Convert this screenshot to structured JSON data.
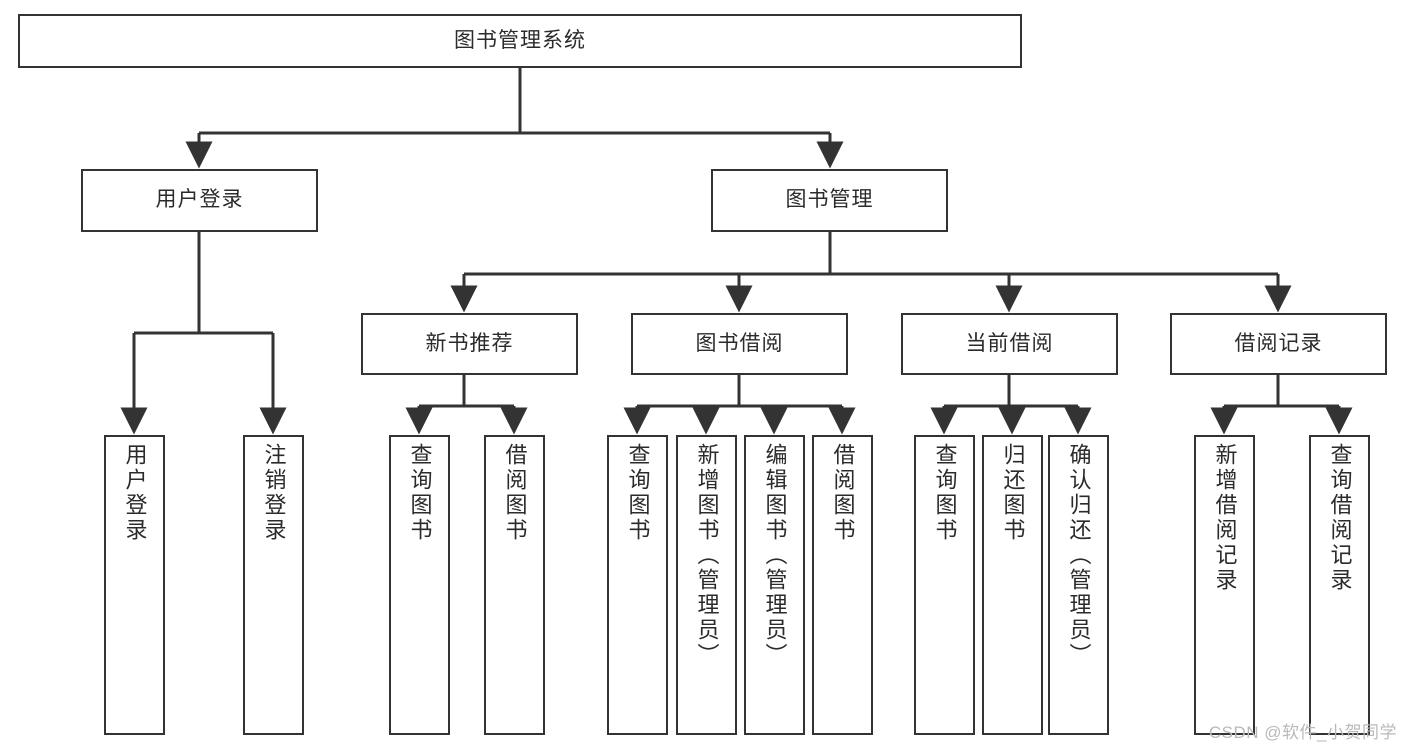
{
  "diagram": {
    "type": "tree",
    "title": "图书管理系统",
    "colors": {
      "node_border": "#333333",
      "node_fill": "#ffffff",
      "edge": "#333333",
      "text": "#2b2b2b",
      "watermark": "#b9b9b9",
      "background": "#ffffff"
    },
    "levels": {
      "root": "图书管理系统",
      "level2": [
        "用户登录",
        "图书管理"
      ],
      "level3": [
        "新书推荐",
        "图书借阅",
        "当前借阅",
        "借阅记录"
      ]
    },
    "nodes": {
      "root": "图书管理系统",
      "user_login": "用户登录",
      "book_manage": "图书管理",
      "new_book_rec": "新书推荐",
      "book_borrow": "图书借阅",
      "current_borrow": "当前借阅",
      "borrow_record": "借阅记录",
      "leaf_user_login": "用户登录",
      "leaf_logout": "注销登录",
      "leaf_query_book_1": "查询图书",
      "leaf_borrow_book_1": "借阅图书",
      "leaf_query_book_2": "查询图书",
      "leaf_add_book_admin": "新增图书（管理员）",
      "leaf_edit_book_admin": "编辑图书（管理员）",
      "leaf_borrow_book_2": "借阅图书",
      "leaf_query_book_3": "查询图书",
      "leaf_return_book": "归还图书",
      "leaf_confirm_return_admin": "确认归还（管理员）",
      "leaf_add_borrow_record": "新增借阅记录",
      "leaf_query_borrow_record": "查询借阅记录"
    },
    "edges": [
      {
        "from": "图书管理系统",
        "to": "用户登录"
      },
      {
        "from": "图书管理系统",
        "to": "图书管理"
      },
      {
        "from": "用户登录",
        "to": "用户登录"
      },
      {
        "from": "用户登录",
        "to": "注销登录"
      },
      {
        "from": "图书管理",
        "to": "新书推荐"
      },
      {
        "from": "图书管理",
        "to": "图书借阅"
      },
      {
        "from": "图书管理",
        "to": "当前借阅"
      },
      {
        "from": "图书管理",
        "to": "借阅记录"
      },
      {
        "from": "新书推荐",
        "to": "查询图书"
      },
      {
        "from": "新书推荐",
        "to": "借阅图书"
      },
      {
        "from": "图书借阅",
        "to": "查询图书"
      },
      {
        "from": "图书借阅",
        "to": "新增图书（管理员）"
      },
      {
        "from": "图书借阅",
        "to": "编辑图书（管理员）"
      },
      {
        "from": "图书借阅",
        "to": "借阅图书"
      },
      {
        "from": "当前借阅",
        "to": "查询图书"
      },
      {
        "from": "当前借阅",
        "to": "归还图书"
      },
      {
        "from": "当前借阅",
        "to": "确认归还（管理员）"
      },
      {
        "from": "借阅记录",
        "to": "新增借阅记录"
      },
      {
        "from": "借阅记录",
        "to": "查询借阅记录"
      }
    ]
  },
  "watermark": {
    "text": "CSDN @软件_小贺同学"
  }
}
